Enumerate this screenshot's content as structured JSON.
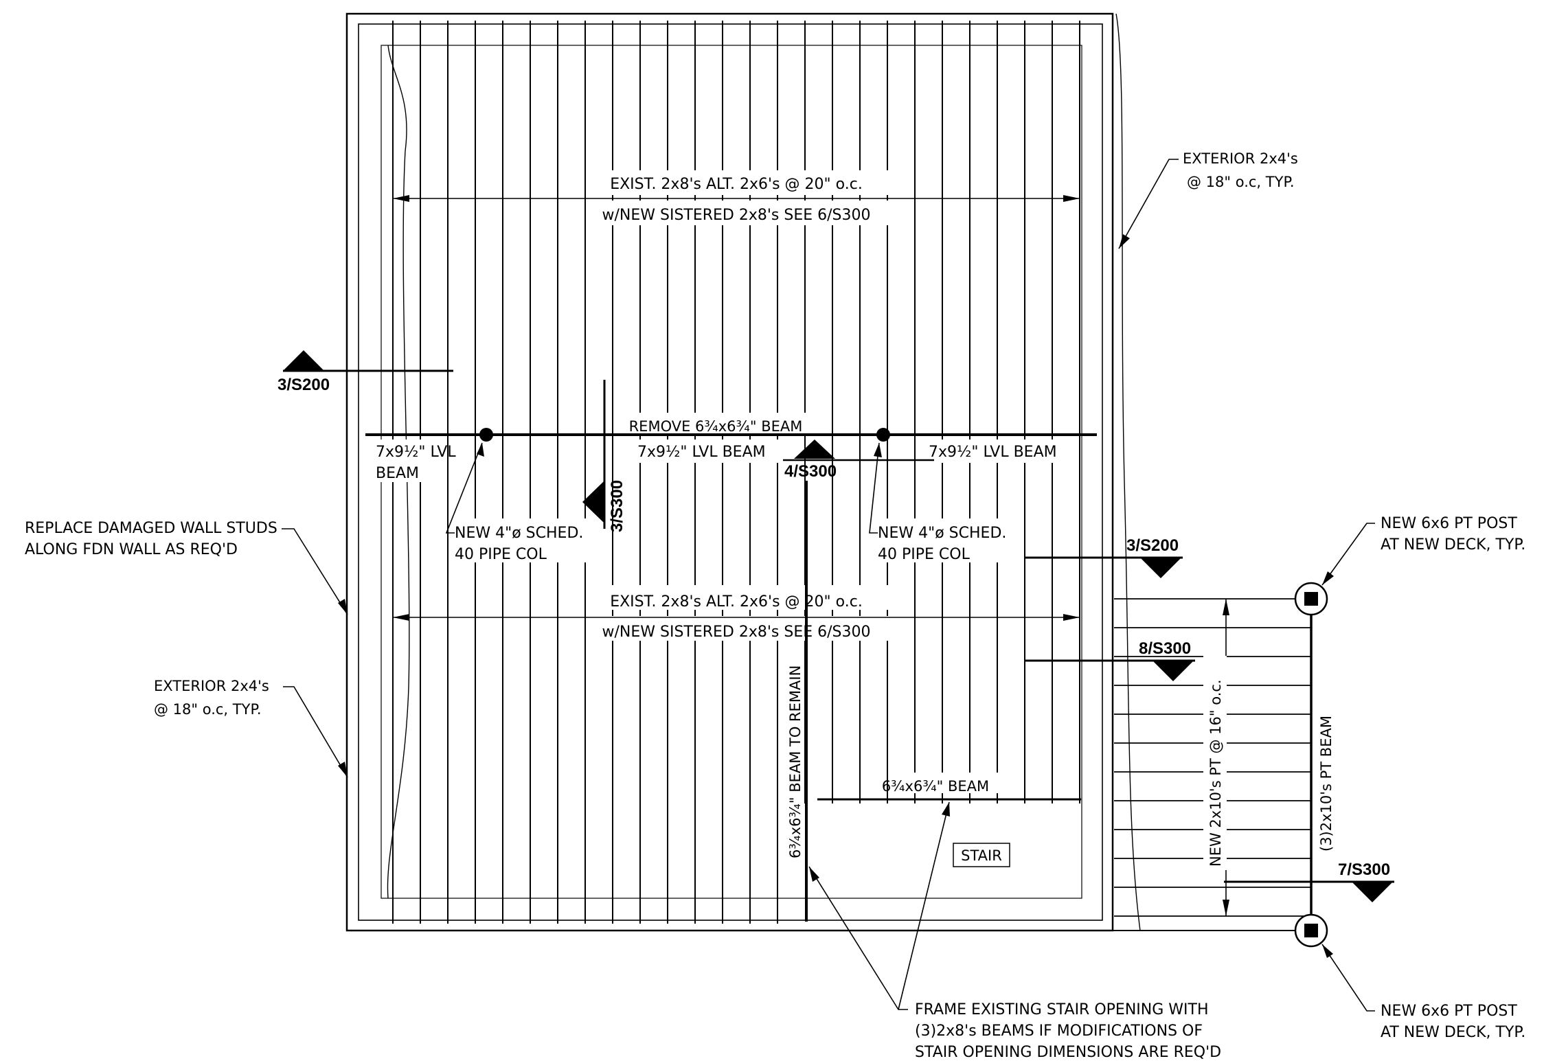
{
  "notes": {
    "joists_top_1": "EXIST. 2x8's ALT. 2x6's @ 20\" o.c.",
    "joists_top_2": "w/NEW SISTERED 2x8's SEE 6/S300",
    "joists_mid_1": "EXIST. 2x8's ALT. 2x6's @ 20\" o.c.",
    "joists_mid_2": "w/NEW SISTERED 2x8's SEE 6/S300",
    "remove_beam": "REMOVE 6¾x6¾\" BEAM",
    "lvl_left_1": "7x9½\" LVL",
    "lvl_left_2": "BEAM",
    "lvl_center": "7x9½\" LVL BEAM",
    "lvl_right": "7x9½\" LVL BEAM",
    "col_left_1": "NEW 4\"ø SCHED.",
    "col_left_2": "40 PIPE COL",
    "col_right_1": "NEW 4\"ø SCHED.",
    "col_right_2": "40 PIPE COL",
    "ext_right_1": "EXTERIOR 2x4's",
    "ext_right_2": "@ 18\" o.c, TYP.",
    "ext_left_1": "EXTERIOR 2x4's",
    "ext_left_2": "@ 18\" o.c, TYP.",
    "studs_1": "REPLACE DAMAGED WALL STUDS",
    "studs_2": "ALONG FDN WALL AS REQ'D",
    "beam_remain": "6¾x6¾\" BEAM TO REMAIN",
    "stair_beam": "6¾x6¾\" BEAM",
    "stair": "STAIR",
    "stair_frame_1": "FRAME EXISTING STAIR OPENING WITH",
    "stair_frame_2": "(3)2x8's BEAMS IF MODIFICATIONS OF",
    "stair_frame_3": "STAIR OPENING DIMENSIONS ARE REQ'D",
    "post_top_1": "NEW 6x6 PT POST",
    "post_top_2": "AT NEW DECK, TYP.",
    "post_bot_1": "NEW 6x6 PT POST",
    "post_bot_2": "AT NEW DECK, TYP.",
    "deck_joists": "NEW 2x10's PT @ 16\" o.c.",
    "deck_beam": "(3)2x10's PT BEAM"
  },
  "section_tags": {
    "s3_200_left": "3/S200",
    "s3_300": "3/S300",
    "s4_300": "4/S300",
    "s3_200_right": "3/S200",
    "s8_300": "8/S300",
    "s7_300": "7/S300"
  }
}
